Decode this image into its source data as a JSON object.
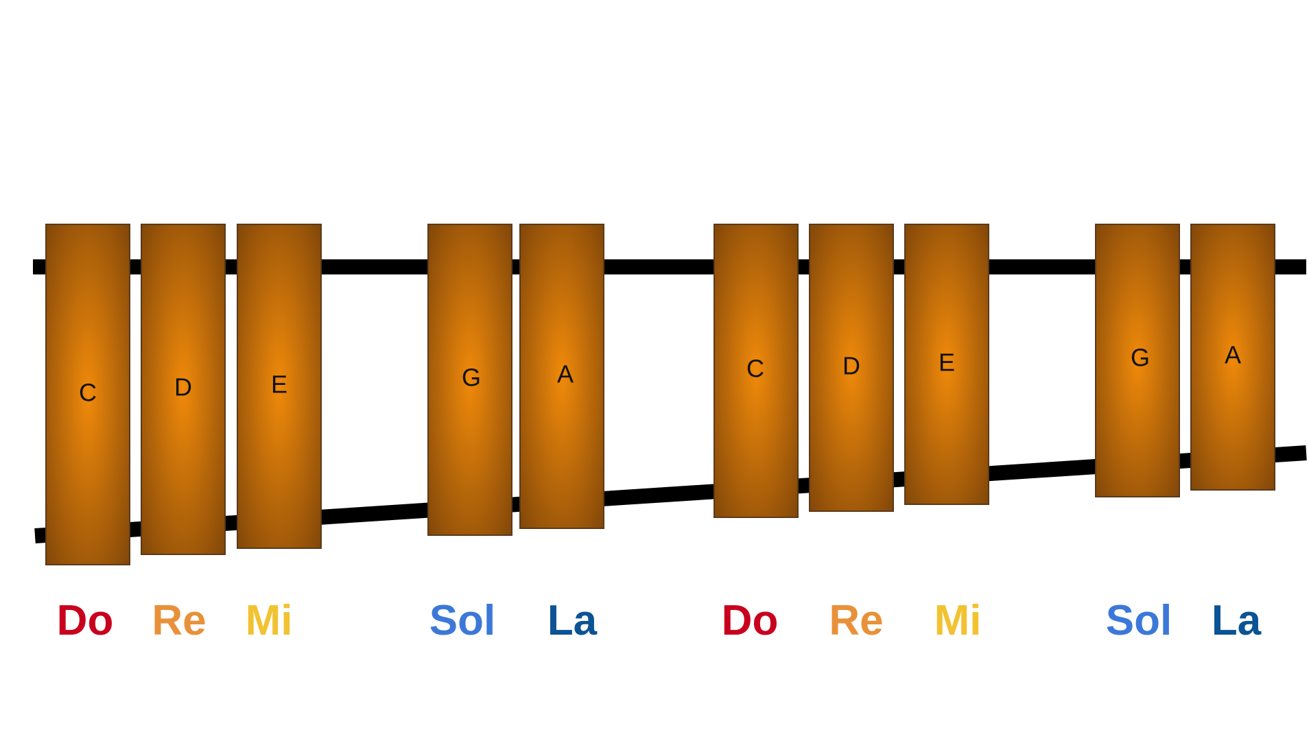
{
  "xylophone": {
    "bars": [
      {
        "note": "C",
        "syllable": "Do",
        "syllable_color": "#c8001e"
      },
      {
        "note": "D",
        "syllable": "Re",
        "syllable_color": "#e8913a"
      },
      {
        "note": "E",
        "syllable": "Mi",
        "syllable_color": "#f1c232"
      },
      {
        "note": "G",
        "syllable": "Sol",
        "syllable_color": "#3c78d8"
      },
      {
        "note": "A",
        "syllable": "La",
        "syllable_color": "#0b5394"
      },
      {
        "note": "C",
        "syllable": "Do",
        "syllable_color": "#c8001e"
      },
      {
        "note": "D",
        "syllable": "Re",
        "syllable_color": "#e8913a"
      },
      {
        "note": "E",
        "syllable": "Mi",
        "syllable_color": "#f1c232"
      },
      {
        "note": "G",
        "syllable": "Sol",
        "syllable_color": "#3c78d8"
      },
      {
        "note": "A",
        "syllable": "La",
        "syllable_color": "#0b5394"
      }
    ],
    "colors": {
      "bar_center": "#f08a0a",
      "bar_edge": "#7a4209",
      "bar_stroke": "#5a3a1a",
      "rail": "#000000"
    }
  }
}
